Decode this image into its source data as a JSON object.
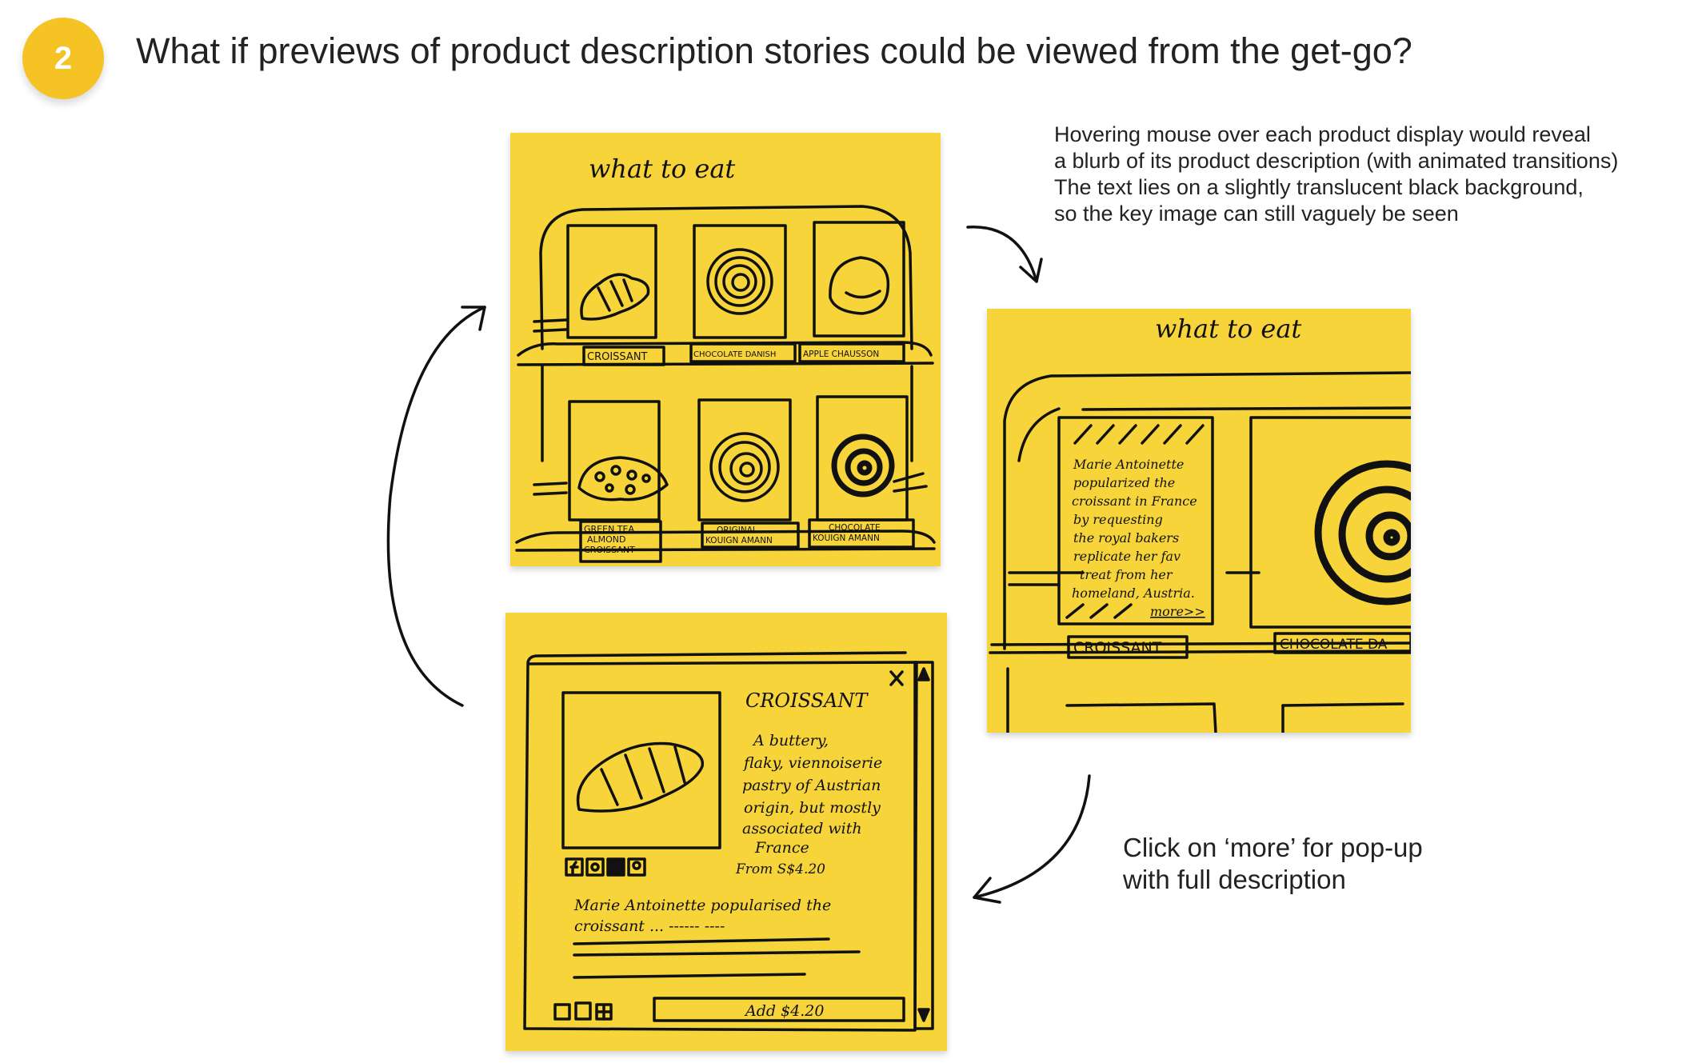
{
  "step": {
    "number": "2",
    "title": "What if previews of product description stories could be viewed from the get-go?"
  },
  "colors": {
    "badge": "#f6c325",
    "sticky_note": "#f7d53a",
    "ink": "#111111"
  },
  "sketch_menu": {
    "title": "what to eat",
    "products_row1": [
      "CROISSANT",
      "CHOCOLATE DANISH",
      "APPLE CHAUSSON"
    ],
    "products_row2": [
      "GREEN TEA ALMOND CROISSANT",
      "ORIGINAL KOUIGN AMANN",
      "CHOCOLATE KOUIGN AMANN"
    ]
  },
  "sketch_hover": {
    "title": "what to eat",
    "blurb_lines": [
      "Marie Antoinette",
      "popularized the",
      "croissant in France",
      "by requesting",
      "the royal bakers",
      "replicate her fav",
      "treat from her",
      "homeland, Austria."
    ],
    "more_link": "more>>",
    "label_left": "CROISSANT",
    "label_right": "CHOCOLATE DA"
  },
  "sketch_popup": {
    "close_icon": "close-icon",
    "product_name": "CROISSANT",
    "description_lines": [
      "A buttery,",
      "flaky, viennoiserie",
      "pastry of Austrian",
      "origin, but mostly",
      "associated with",
      "France"
    ],
    "price": "From S$4.20",
    "story_lines": [
      "Marie Antoinette popularised the",
      "croissant ... ------ ----"
    ],
    "social_icons": [
      "facebook-icon",
      "instagram-icon",
      "twitter-icon",
      "pinterest-icon"
    ],
    "add_button": "Add $4.20"
  },
  "annotations": {
    "hover": [
      "Hovering mouse over each product display would reveal",
      "a blurb of its product description (with animated transitions)",
      "The text lies on a slightly translucent black background,",
      "so the key image can still vaguely be seen"
    ],
    "click": [
      "Click on ‘more’ for pop-up",
      "with full description"
    ]
  }
}
